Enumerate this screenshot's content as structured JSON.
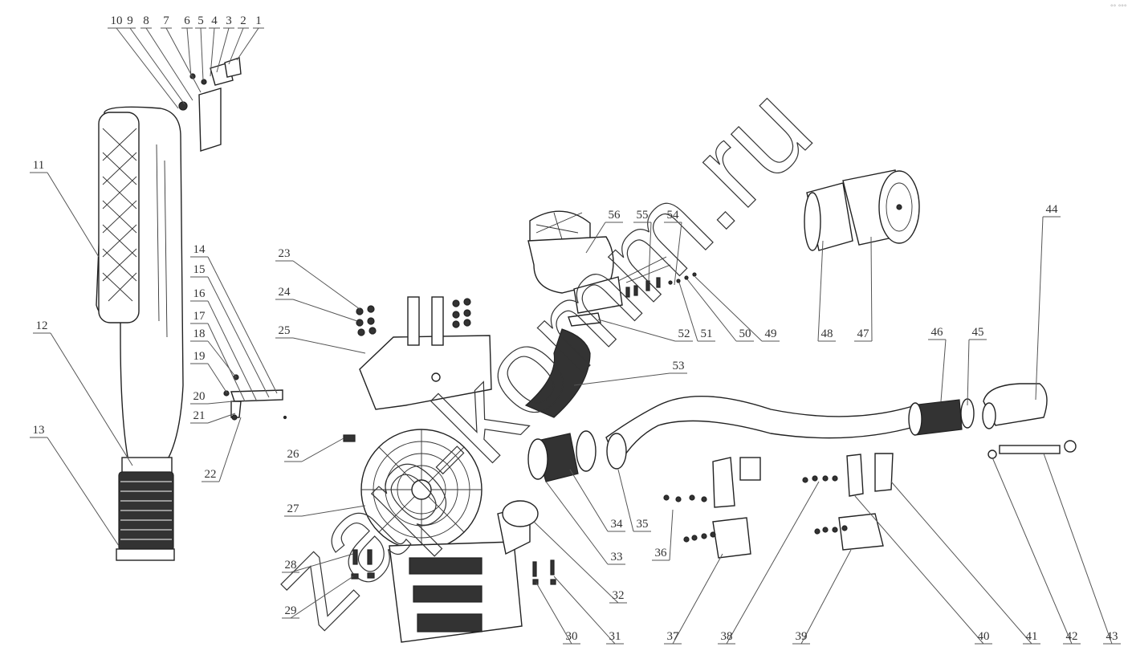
{
  "diagram": {
    "type": "exploded parts diagram - air intake system",
    "watermark": "zap-komm.ru",
    "corner_mark": "°° °°°",
    "callouts": [
      "1",
      "2",
      "3",
      "4",
      "5",
      "6",
      "7",
      "8",
      "9",
      "10",
      "11",
      "12",
      "13",
      "14",
      "15",
      "16",
      "17",
      "18",
      "19",
      "20",
      "21",
      "22",
      "23",
      "24",
      "25",
      "26",
      "27",
      "28",
      "29",
      "30",
      "31",
      "32",
      "33",
      "34",
      "35",
      "36",
      "37",
      "38",
      "39",
      "40",
      "41",
      "42",
      "43",
      "44",
      "45",
      "46",
      "47",
      "48",
      "49",
      "50",
      "51",
      "52",
      "53",
      "54",
      "55",
      "56"
    ]
  }
}
